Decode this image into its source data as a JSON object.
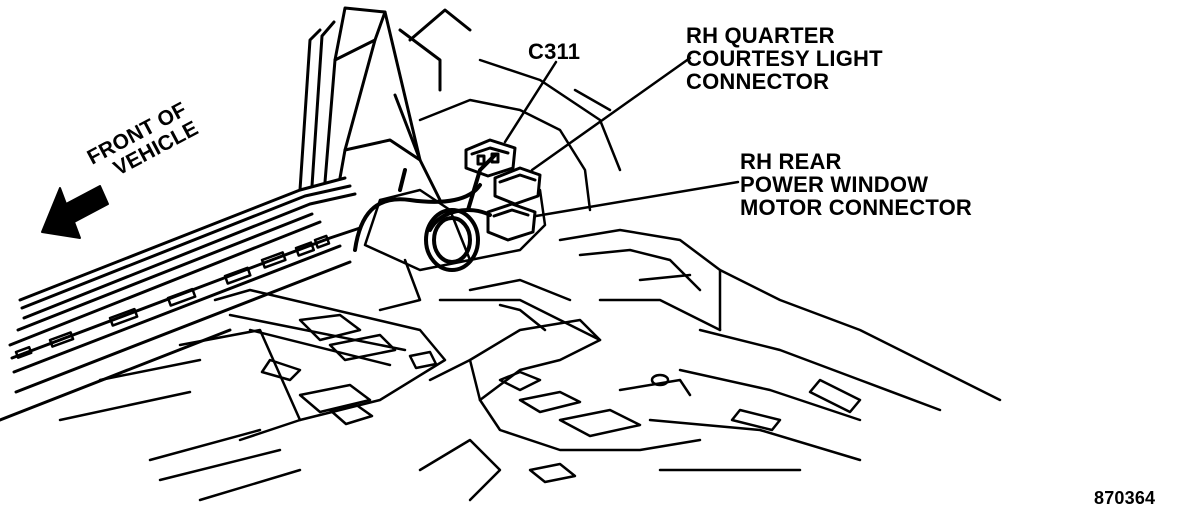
{
  "labels": {
    "c311": "C311",
    "courtesy_light": [
      "RH QUARTER",
      "COURTESY LIGHT",
      "CONNECTOR"
    ],
    "window_motor": [
      "RH REAR",
      "POWER WINDOW",
      "MOTOR CONNECTOR"
    ],
    "front_of_vehicle": [
      "FRONT OF",
      "VEHICLE"
    ],
    "figure_number": "870364"
  },
  "icons": {
    "direction_arrow": "arrow-pointing-front-of-vehicle"
  },
  "colors": {
    "ink": "#000000",
    "paper": "#ffffff"
  }
}
